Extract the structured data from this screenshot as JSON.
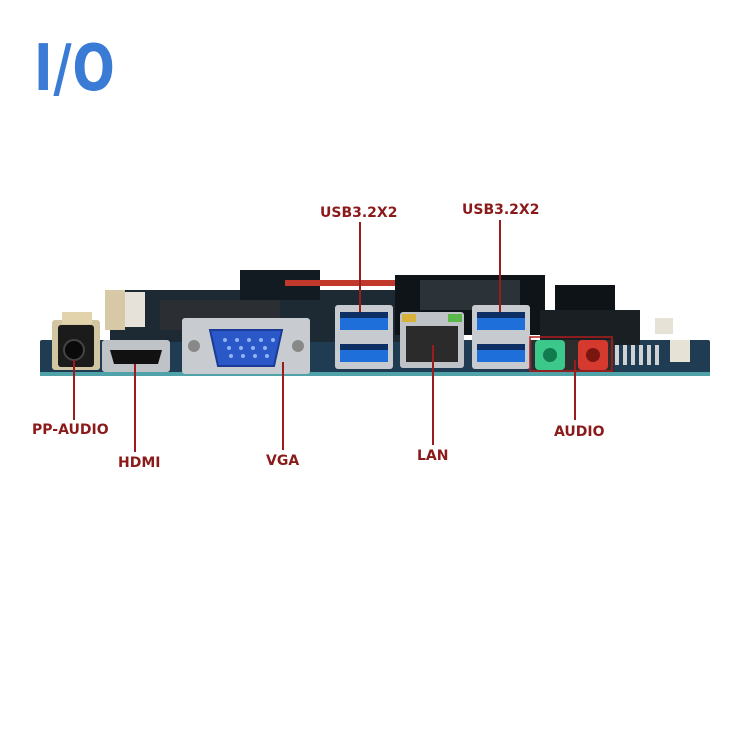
{
  "title": "I/O",
  "colors": {
    "title": "#3a7bd5",
    "label": "#8b1a1a",
    "leader": "#9b1c1c",
    "board": "#1f3c52",
    "port_metal": "#bfc3c7",
    "usb_blue": "#1e6fd9",
    "vga_blue": "#2a58c9",
    "audio_green": "#3cc88a",
    "audio_red": "#d63a2e"
  },
  "labels": {
    "pp_audio": "PP-AUDIO",
    "hdmi": "HDMI",
    "vga": "VGA",
    "usb_left": "USB3.2X2",
    "usb_right": "USB3.2X2",
    "lan": "LAN",
    "audio": "AUDIO"
  }
}
